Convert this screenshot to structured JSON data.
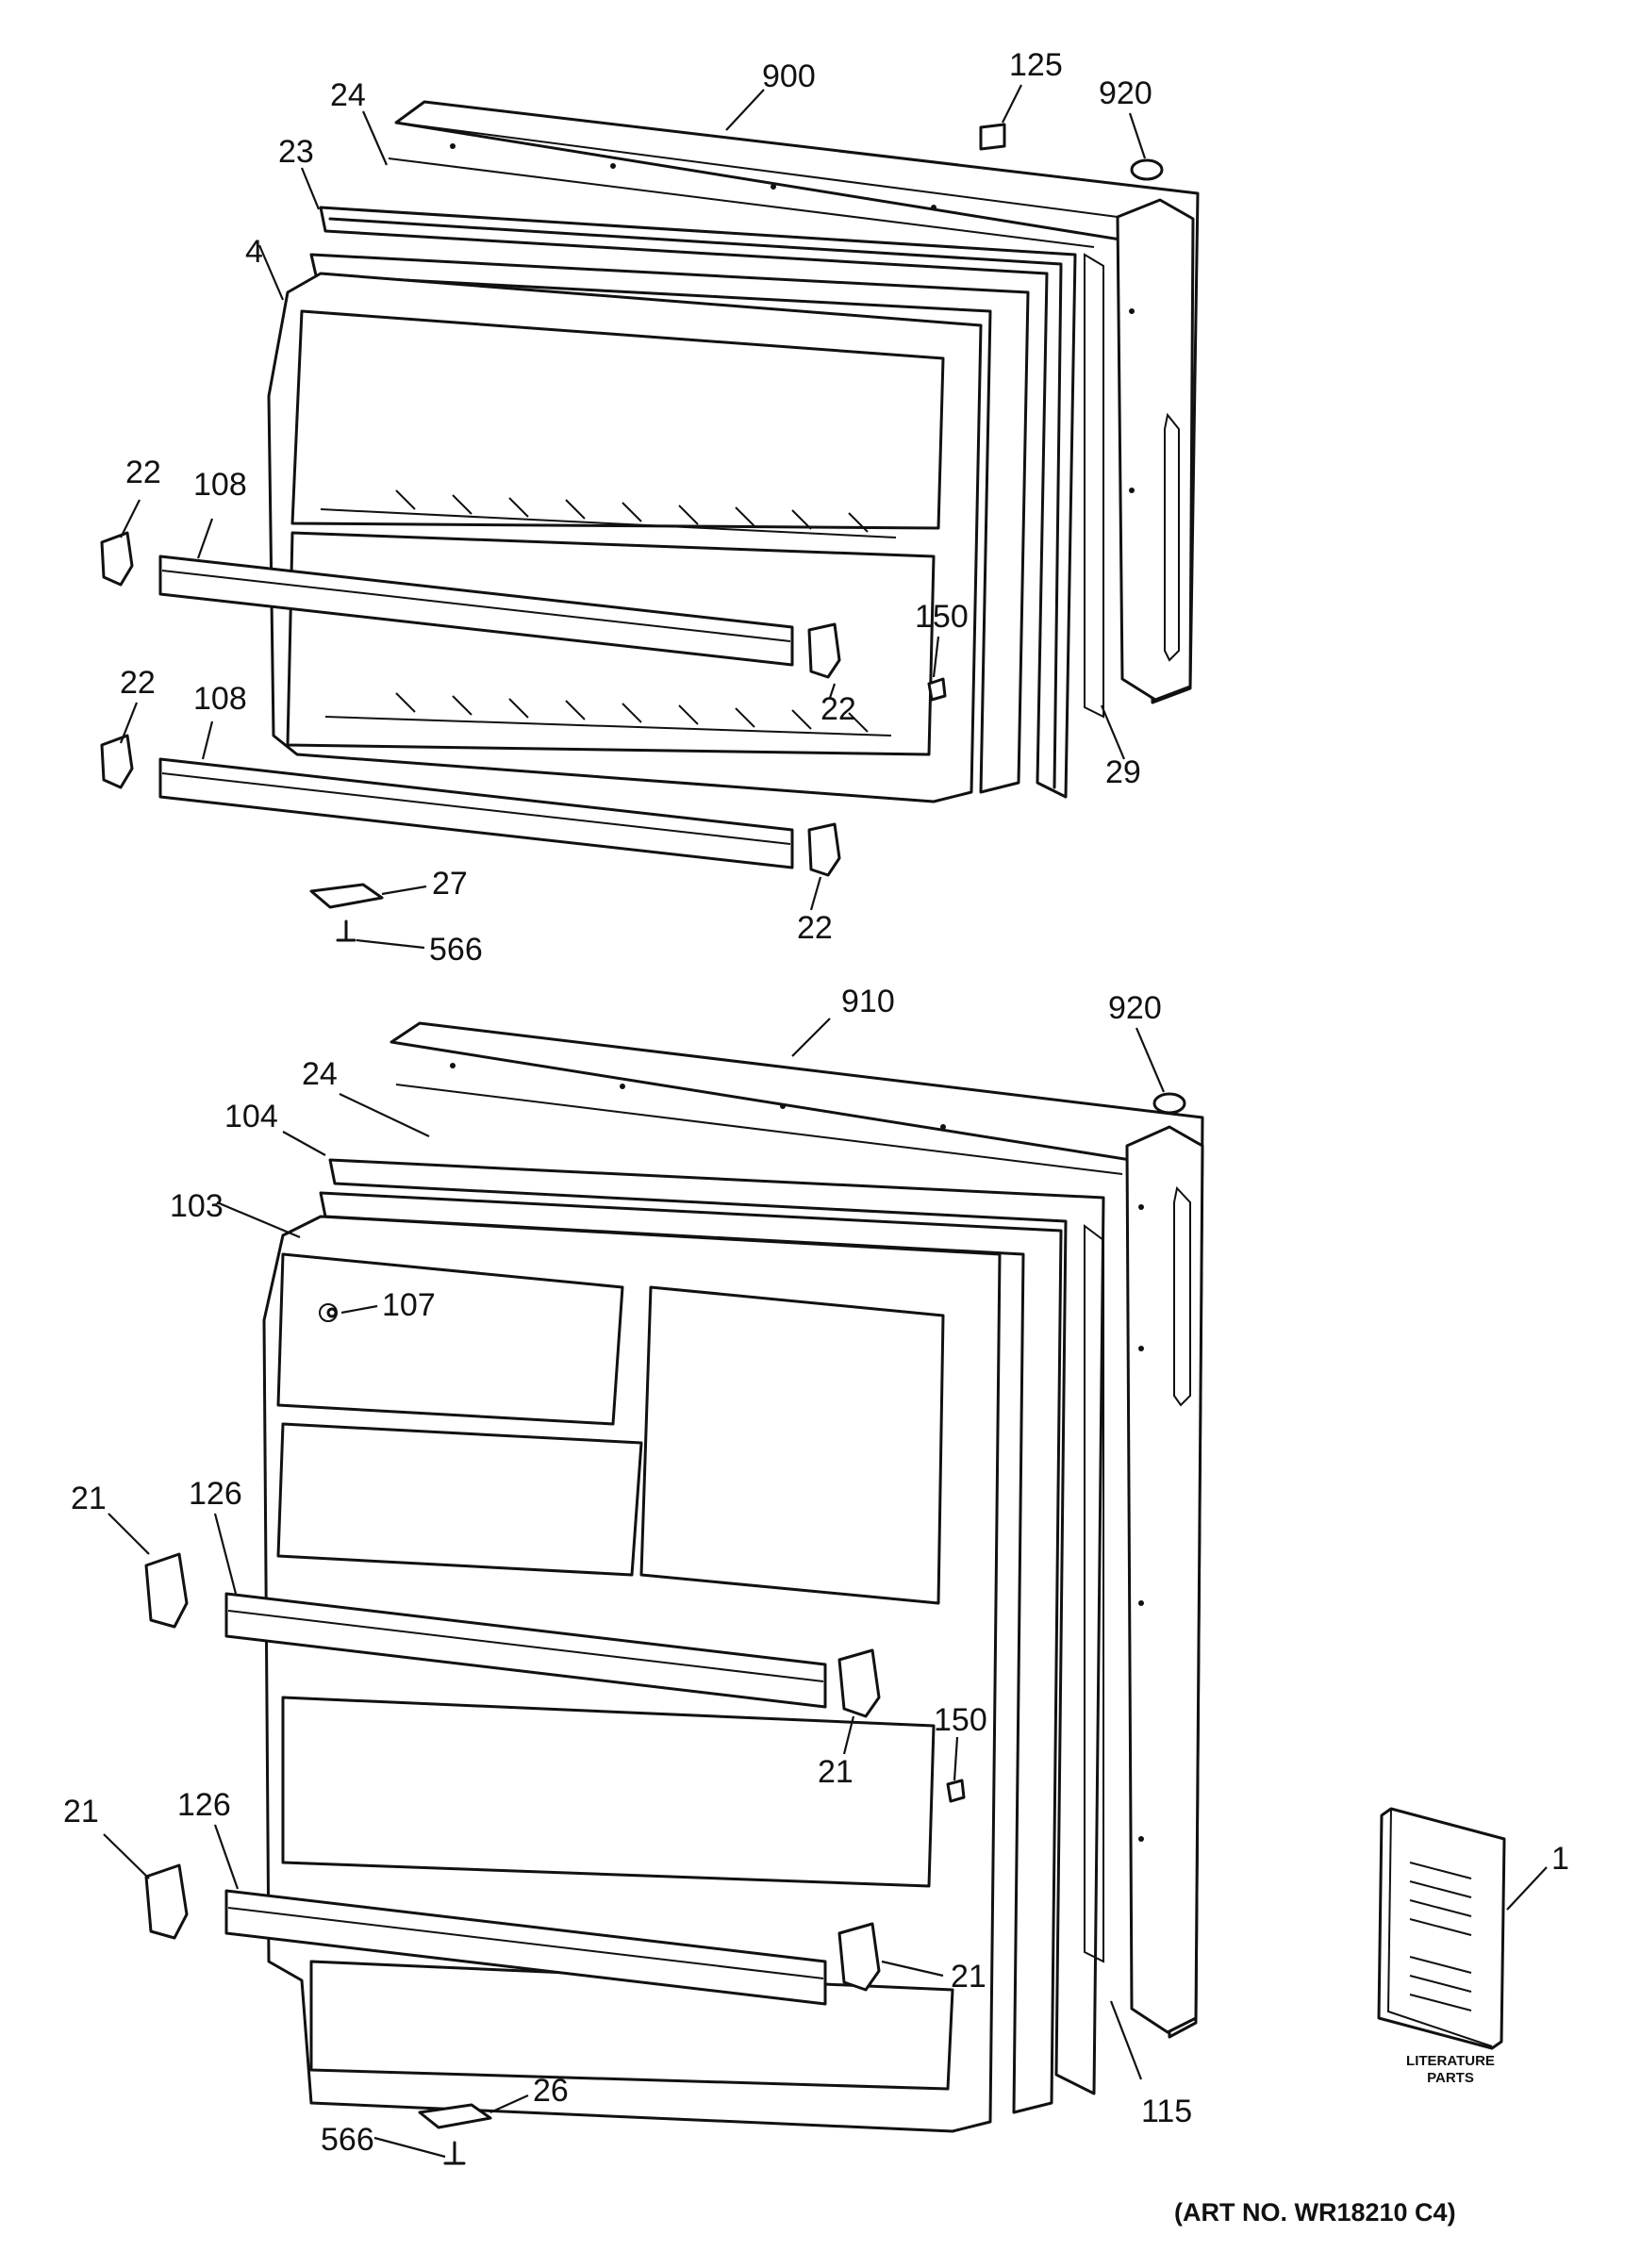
{
  "labels": {
    "l900": "900",
    "l125": "125",
    "l920a": "920",
    "l24a": "24",
    "l23": "23",
    "l4": "4",
    "l22a": "22",
    "l108a": "108",
    "l150a": "150",
    "l22b": "22",
    "l22c": "22",
    "l108b": "108",
    "l29": "29",
    "l27": "27",
    "l22d": "22",
    "l566a": "566",
    "l910": "910",
    "l920b": "920",
    "l24b": "24",
    "l104": "104",
    "l103": "103",
    "l107": "107",
    "l21a": "21",
    "l126a": "126",
    "l21b": "21",
    "l150b": "150",
    "l21c": "21",
    "l126b": "126",
    "l21d": "21",
    "l1": "1",
    "l115": "115",
    "l26": "26",
    "l566b": "566"
  },
  "literature": {
    "line1": "LITERATURE",
    "line2": "PARTS"
  },
  "art_number": "(ART NO. WR18210 C4)"
}
